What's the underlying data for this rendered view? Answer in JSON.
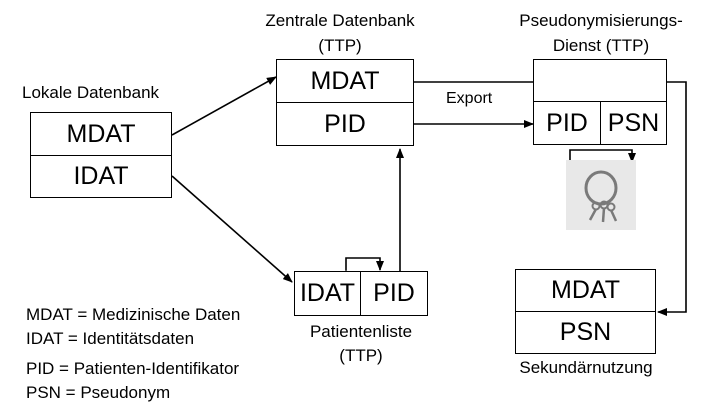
{
  "local_db": {
    "title": "Lokale Datenbank",
    "row1": "MDAT",
    "row2": "IDAT"
  },
  "central_db": {
    "title_line1": "Zentrale Datenbank",
    "title_line2": "(TTP)",
    "row1": "MDAT",
    "row2": "PID"
  },
  "pseudonym_service": {
    "title_line1": "Pseudonymisierungs-",
    "title_line2": "Dienst (TTP)",
    "cell_pid": "PID",
    "cell_psn": "PSN"
  },
  "patient_list": {
    "cell_idat": "IDAT",
    "cell_pid": "PID",
    "title_line1": "Patientenliste",
    "title_line2": "(TTP)"
  },
  "secondary_use": {
    "row1": "MDAT",
    "row2": "PSN",
    "title": "Sekundärnutzung"
  },
  "export_label": "Export",
  "legend": {
    "line1": "MDAT = Medizinische Daten",
    "line2": "IDAT = Identitätsdaten",
    "line3": "PID = Patienten-Identifikator",
    "line4": "PSN = Pseudonym"
  },
  "key_icon": "key-ring-icon",
  "colors": {
    "line": "#000000",
    "key_bg": "#e8e8e8",
    "key_ring": "#7a7a7a"
  }
}
